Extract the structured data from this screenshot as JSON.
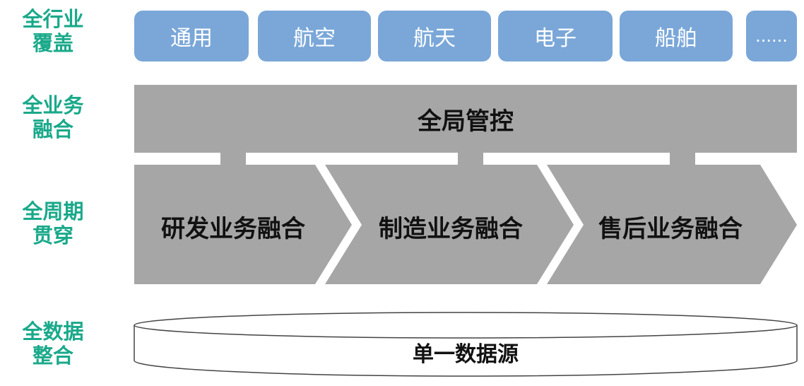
{
  "side_labels": [
    {
      "line1": "全行业",
      "line2": "覆盖"
    },
    {
      "line1": "全业务",
      "line2": "融合"
    },
    {
      "line1": "全周期",
      "line2": "贯穿"
    },
    {
      "line1": "全数据",
      "line2": "整合"
    }
  ],
  "industries": [
    "通用",
    "航空",
    "航天",
    "电子",
    "船舶",
    "......"
  ],
  "global_control": "全局管控",
  "stages": [
    "研发业务融合",
    "制造业务融合",
    "售后业务融合"
  ],
  "data_source": "单一数据源",
  "colors": {
    "accent_green": "#1aa98a",
    "chip_blue": "#7aa7d8",
    "gray": "#a6a6a6"
  }
}
